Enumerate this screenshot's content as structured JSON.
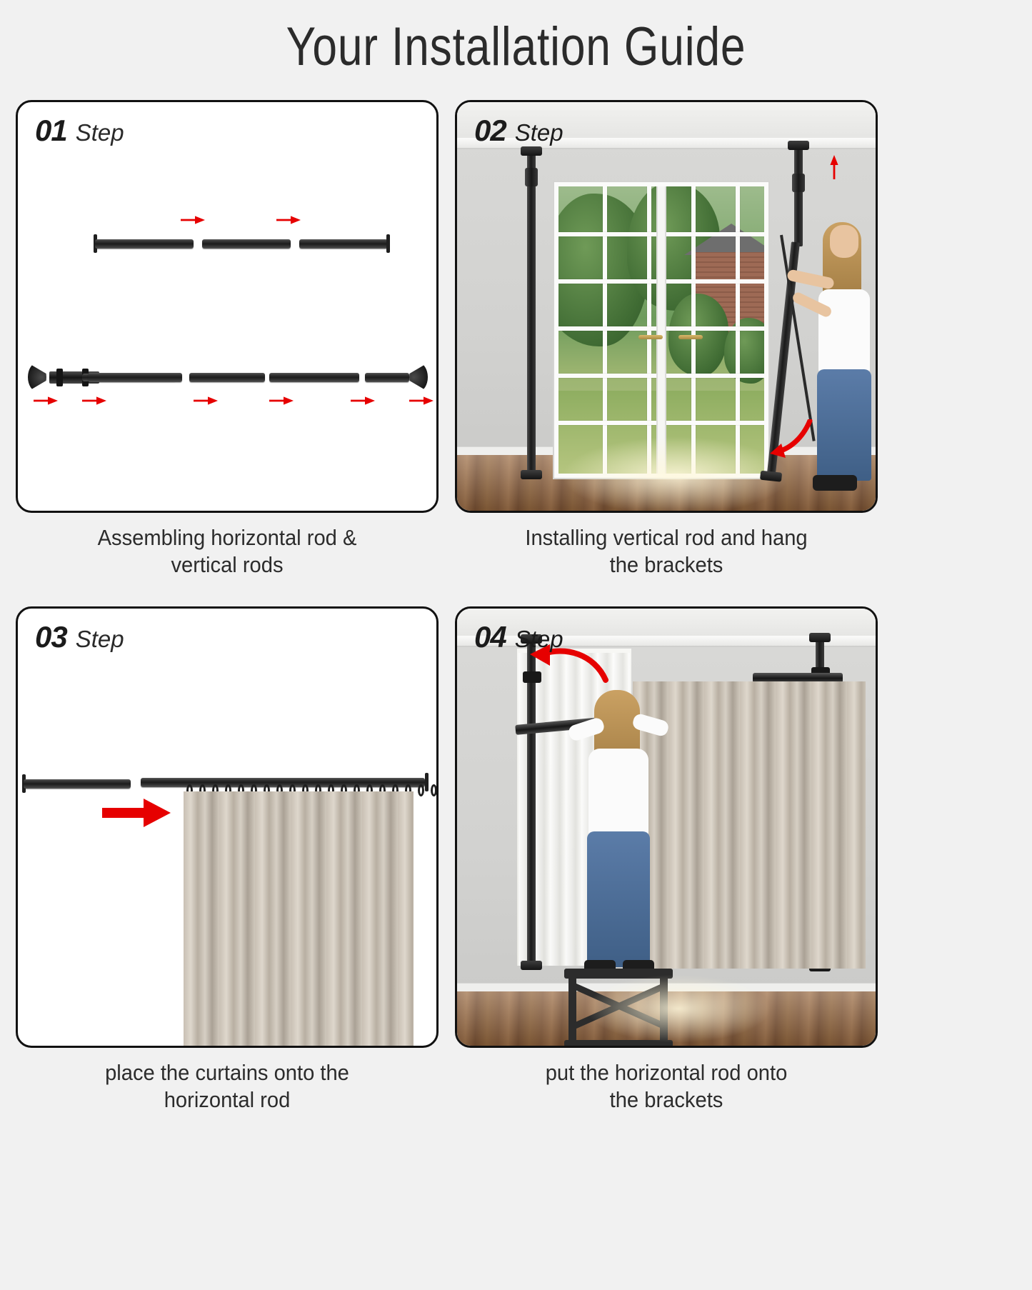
{
  "page": {
    "title": "Your Installation Guide",
    "background_color": "#f1f1f1",
    "text_color": "#2c2c2c",
    "arrow_color": "#e60000",
    "rod_color": "#1c1c1c",
    "curtain_color": "#c9c0b4"
  },
  "steps": [
    {
      "number": "01",
      "word": "Step",
      "caption_line1": "Assembling horizontal rod &",
      "caption_line2": "vertical rods",
      "type": "diagram",
      "diagram": {
        "top_row_label": "three horizontal rod segments",
        "bottom_row_label": "vertical rod with flange base, connector and segments",
        "top_arrow_count": 2,
        "bottom_arrow_count": 6
      }
    },
    {
      "number": "02",
      "word": "Step",
      "caption_line1": "Installing vertical rod and hang",
      "caption_line2": "the brackets",
      "type": "photo",
      "scene": "woman raising a tension vertical rod beside a french door"
    },
    {
      "number": "03",
      "word": "Step",
      "caption_line1": "place the curtains onto the",
      "caption_line2": "horizontal rod",
      "type": "diagram",
      "diagram": {
        "rod_label": "horizontal rod with curtain rings",
        "curtain_label": "pinch pleat curtain panel",
        "arrow_count": 1,
        "ring_count": 20
      }
    },
    {
      "number": "04",
      "word": "Step",
      "caption_line1": "put the horizontal rod onto",
      "caption_line2": "the brackets",
      "type": "photo",
      "scene": "woman on a step stool lifting the curtain rod onto the brackets"
    }
  ]
}
